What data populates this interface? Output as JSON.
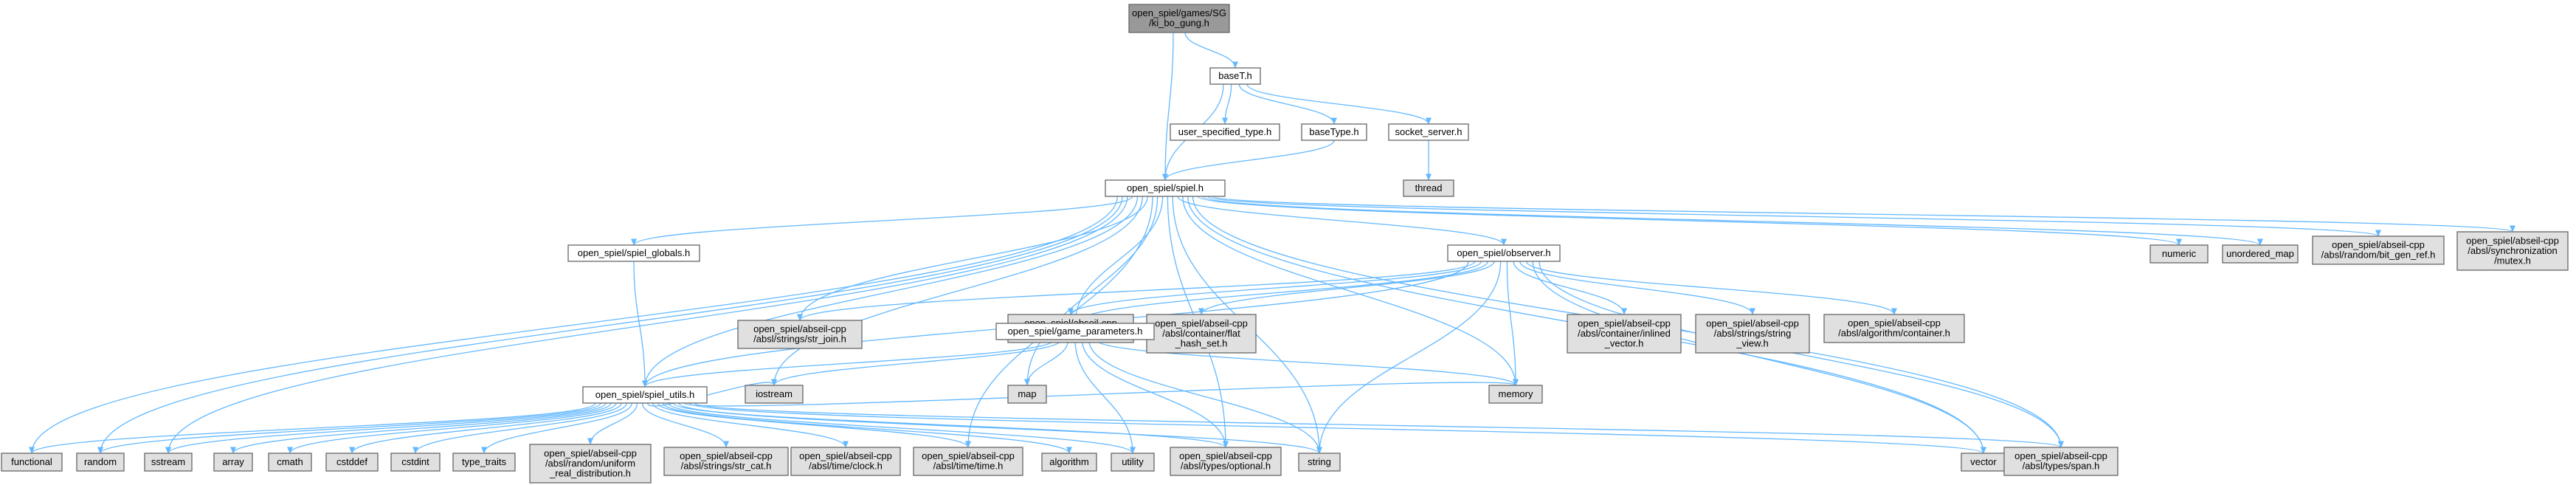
{
  "colors": {
    "root_fill": "#999999",
    "node_fill": "#ffffff",
    "system_fill": "#e0e0e0",
    "border": "#666666",
    "edge": "#63b8ff"
  },
  "nodes": [
    {
      "id": "root",
      "lines": [
        "open_spiel/games/SG",
        "/ki_bo_gung.h"
      ],
      "kind": "root"
    },
    {
      "id": "baseT",
      "lines": [
        "baseT.h"
      ],
      "kind": "local"
    },
    {
      "id": "userspec",
      "lines": [
        "user_specified_type.h"
      ],
      "kind": "local"
    },
    {
      "id": "baseType",
      "lines": [
        "baseType.h"
      ],
      "kind": "local"
    },
    {
      "id": "socket",
      "lines": [
        "socket_server.h"
      ],
      "kind": "local"
    },
    {
      "id": "thread",
      "lines": [
        "thread"
      ],
      "kind": "system"
    },
    {
      "id": "spiel",
      "lines": [
        "open_spiel/spiel.h"
      ],
      "kind": "local"
    },
    {
      "id": "numeric",
      "lines": [
        "numeric"
      ],
      "kind": "system"
    },
    {
      "id": "umap",
      "lines": [
        "unordered_map"
      ],
      "kind": "system"
    },
    {
      "id": "bitgen",
      "lines": [
        "open_spiel/abseil-cpp",
        "/absl/random/bit_gen_ref.h"
      ],
      "kind": "system"
    },
    {
      "id": "mutex",
      "lines": [
        "open_spiel/abseil-cpp",
        "/absl/synchronization",
        "/mutex.h"
      ],
      "kind": "system"
    },
    {
      "id": "globals",
      "lines": [
        "open_spiel/spiel_globals.h"
      ],
      "kind": "local"
    },
    {
      "id": "observer",
      "lines": [
        "open_spiel/observer.h"
      ],
      "kind": "local"
    },
    {
      "id": "strjoin",
      "lines": [
        "open_spiel/abseil-cpp",
        "/absl/strings/str_join.h"
      ],
      "kind": "system"
    },
    {
      "id": "attributes",
      "lines": [
        "open_spiel/abseil-cpp",
        "/absl/base/attributes.h"
      ],
      "kind": "system"
    },
    {
      "id": "flathash",
      "lines": [
        "open_spiel/abseil-cpp",
        "/absl/container/flat",
        "_hash_set.h"
      ],
      "kind": "system"
    },
    {
      "id": "inlinedvec",
      "lines": [
        "open_spiel/abseil-cpp",
        "/absl/container/inlined",
        "_vector.h"
      ],
      "kind": "system"
    },
    {
      "id": "stringview",
      "lines": [
        "open_spiel/abseil-cpp",
        "/absl/strings/string",
        "_view.h"
      ],
      "kind": "system"
    },
    {
      "id": "algcontainer",
      "lines": [
        "open_spiel/abseil-cpp",
        "/absl/algorithm/container.h"
      ],
      "kind": "system"
    },
    {
      "id": "gameparams",
      "lines": [
        "open_spiel/game_parameters.h"
      ],
      "kind": "local"
    },
    {
      "id": "iostream",
      "lines": [
        "iostream"
      ],
      "kind": "system"
    },
    {
      "id": "map",
      "lines": [
        "map"
      ],
      "kind": "system"
    },
    {
      "id": "memory",
      "lines": [
        "memory"
      ],
      "kind": "system"
    },
    {
      "id": "utils",
      "lines": [
        "open_spiel/spiel_utils.h"
      ],
      "kind": "local"
    },
    {
      "id": "functional",
      "lines": [
        "functional"
      ],
      "kind": "system"
    },
    {
      "id": "random",
      "lines": [
        "random"
      ],
      "kind": "system"
    },
    {
      "id": "sstream",
      "lines": [
        "sstream"
      ],
      "kind": "system"
    },
    {
      "id": "array",
      "lines": [
        "array"
      ],
      "kind": "system"
    },
    {
      "id": "cmath",
      "lines": [
        "cmath"
      ],
      "kind": "system"
    },
    {
      "id": "cstddef",
      "lines": [
        "cstddef"
      ],
      "kind": "system"
    },
    {
      "id": "cstdint",
      "lines": [
        "cstdint"
      ],
      "kind": "system"
    },
    {
      "id": "typetraits",
      "lines": [
        "type_traits"
      ],
      "kind": "system"
    },
    {
      "id": "uniformreal",
      "lines": [
        "open_spiel/abseil-cpp",
        "/absl/random/uniform",
        "_real_distribution.h"
      ],
      "kind": "system"
    },
    {
      "id": "strcat",
      "lines": [
        "open_spiel/abseil-cpp",
        "/absl/strings/str_cat.h"
      ],
      "kind": "system"
    },
    {
      "id": "clock",
      "lines": [
        "open_spiel/abseil-cpp",
        "/absl/time/clock.h"
      ],
      "kind": "system"
    },
    {
      "id": "timeh",
      "lines": [
        "open_spiel/abseil-cpp",
        "/absl/time/time.h"
      ],
      "kind": "system"
    },
    {
      "id": "algorithm",
      "lines": [
        "algorithm"
      ],
      "kind": "system"
    },
    {
      "id": "utility",
      "lines": [
        "utility"
      ],
      "kind": "system"
    },
    {
      "id": "optional",
      "lines": [
        "open_spiel/abseil-cpp",
        "/absl/types/optional.h"
      ],
      "kind": "system"
    },
    {
      "id": "string",
      "lines": [
        "string"
      ],
      "kind": "system"
    },
    {
      "id": "vector",
      "lines": [
        "vector"
      ],
      "kind": "system"
    },
    {
      "id": "span",
      "lines": [
        "open_spiel/abseil-cpp",
        "/absl/types/span.h"
      ],
      "kind": "system"
    }
  ],
  "edges": [
    [
      "root",
      "baseT"
    ],
    [
      "root",
      "spiel"
    ],
    [
      "baseT",
      "userspec"
    ],
    [
      "baseT",
      "baseType"
    ],
    [
      "baseT",
      "socket"
    ],
    [
      "baseT",
      "spiel"
    ],
    [
      "baseType",
      "spiel"
    ],
    [
      "socket",
      "thread"
    ],
    [
      "spiel",
      "numeric"
    ],
    [
      "spiel",
      "umap"
    ],
    [
      "spiel",
      "bitgen"
    ],
    [
      "spiel",
      "mutex"
    ],
    [
      "spiel",
      "globals"
    ],
    [
      "spiel",
      "observer"
    ],
    [
      "spiel",
      "strjoin"
    ],
    [
      "spiel",
      "gameparams"
    ],
    [
      "spiel",
      "iostream"
    ],
    [
      "spiel",
      "map"
    ],
    [
      "spiel",
      "memory"
    ],
    [
      "spiel",
      "utils"
    ],
    [
      "spiel",
      "functional"
    ],
    [
      "spiel",
      "random"
    ],
    [
      "spiel",
      "sstream"
    ],
    [
      "spiel",
      "optional"
    ],
    [
      "spiel",
      "string"
    ],
    [
      "spiel",
      "vector"
    ],
    [
      "spiel",
      "span"
    ],
    [
      "spiel",
      "timeh"
    ],
    [
      "globals",
      "utils"
    ],
    [
      "observer",
      "strjoin"
    ],
    [
      "observer",
      "attributes"
    ],
    [
      "observer",
      "flathash"
    ],
    [
      "observer",
      "inlinedvec"
    ],
    [
      "observer",
      "stringview"
    ],
    [
      "observer",
      "algcontainer"
    ],
    [
      "observer",
      "gameparams"
    ],
    [
      "observer",
      "memory"
    ],
    [
      "observer",
      "utils"
    ],
    [
      "observer",
      "string"
    ],
    [
      "observer",
      "vector"
    ],
    [
      "observer",
      "span"
    ],
    [
      "gameparams",
      "iostream"
    ],
    [
      "gameparams",
      "map"
    ],
    [
      "gameparams",
      "memory"
    ],
    [
      "gameparams",
      "utils"
    ],
    [
      "gameparams",
      "utility"
    ],
    [
      "gameparams",
      "optional"
    ],
    [
      "gameparams",
      "string"
    ],
    [
      "utils",
      "functional"
    ],
    [
      "utils",
      "random"
    ],
    [
      "utils",
      "sstream"
    ],
    [
      "utils",
      "array"
    ],
    [
      "utils",
      "cmath"
    ],
    [
      "utils",
      "cstddef"
    ],
    [
      "utils",
      "cstdint"
    ],
    [
      "utils",
      "typetraits"
    ],
    [
      "utils",
      "uniformreal"
    ],
    [
      "utils",
      "strcat"
    ],
    [
      "utils",
      "clock"
    ],
    [
      "utils",
      "timeh"
    ],
    [
      "utils",
      "algorithm"
    ],
    [
      "utils",
      "utility"
    ],
    [
      "utils",
      "optional"
    ],
    [
      "utils",
      "string"
    ],
    [
      "utils",
      "vector"
    ],
    [
      "utils",
      "span"
    ],
    [
      "utils",
      "iostream"
    ],
    [
      "utils",
      "memory"
    ]
  ]
}
